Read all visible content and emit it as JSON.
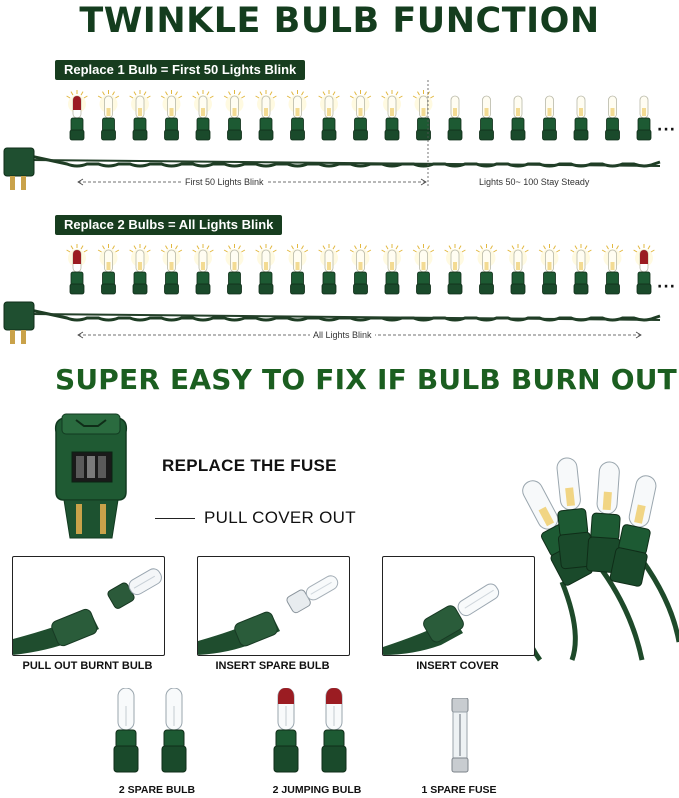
{
  "title": "TWINKLE BULB FUNCTION",
  "row1": {
    "banner": "Replace 1 Bulb = First 50 Lights Blink",
    "left_label": "First 50 Lights Blink",
    "right_label": "Lights 50~ 100 Stay Steady",
    "more": "···"
  },
  "row2": {
    "banner": "Replace 2 Bulbs = All Lights Blink",
    "label": "All Lights Blink",
    "more": "···"
  },
  "section_title": "SUPER EASY TO FIX IF BULB BURN OUT",
  "fuse": {
    "title": "REPLACE THE FUSE",
    "step": "PULL COVER OUT"
  },
  "steps": [
    {
      "caption": "PULL OUT BURNT BULB"
    },
    {
      "caption": "INSERT SPARE BULB"
    },
    {
      "caption": "INSERT COVER"
    }
  ],
  "spares": [
    {
      "caption": "2 SPARE BULB"
    },
    {
      "caption": "2 JUMPING BULB"
    },
    {
      "caption": "1 SPARE FUSE"
    }
  ],
  "colors": {
    "title_green": "#143d1e",
    "section_green": "#1b5e20",
    "wire_green": "#1e3d24",
    "socket_green": "#1d5a33",
    "banner_bg": "#173d1f",
    "bulb_glow": "#fff5c8",
    "jump_red": "#9b1c22"
  }
}
